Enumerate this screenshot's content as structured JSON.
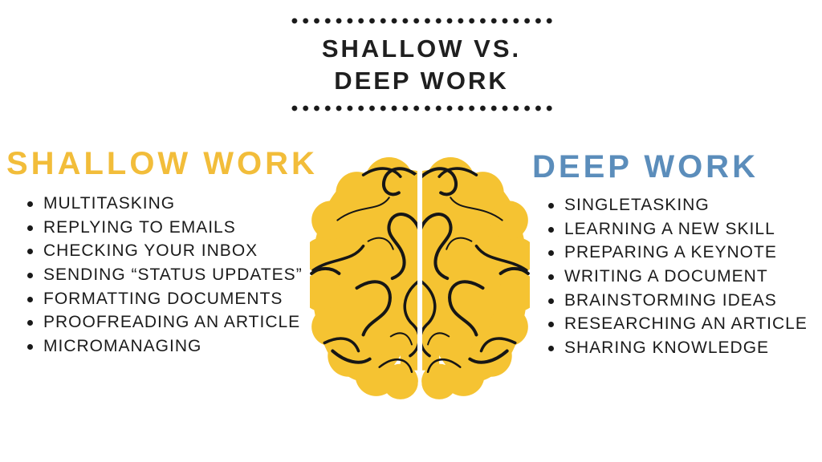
{
  "title": {
    "line1": "SHALLOW VS.",
    "line2": "DEEP WORK"
  },
  "shallow": {
    "heading": "SHALLOW WORK",
    "accent_color": "#f2bd3a",
    "items": [
      "MULTITASKING",
      "REPLYING TO EMAILS",
      "CHECKING YOUR INBOX",
      "SENDING “STATUS UPDATES”",
      "FORMATTING DOCUMENTS",
      "PROOFREADING AN ARTICLE",
      "MICROMANAGING"
    ]
  },
  "deep": {
    "heading": "DEEP WORK",
    "accent_color": "#5b8dbb",
    "items": [
      "SINGLETASKING",
      "LEARNING A NEW SKILL",
      "PREPARING A KEYNOTE",
      "WRITING A DOCUMENT",
      "BRAINSTORMING IDEAS",
      "RESEARCHING AN ARTICLE",
      "SHARING KNOWLEDGE"
    ]
  },
  "illustration": {
    "name": "brain-top-view",
    "fill_color": "#f5c332",
    "line_color": "#161616",
    "text_color": "#1d1d1d"
  }
}
